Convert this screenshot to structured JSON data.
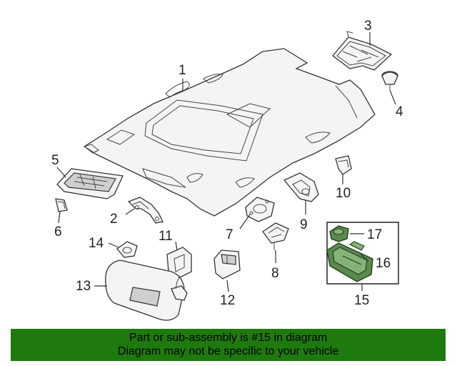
{
  "callouts": {
    "c1": "1",
    "c2": "2",
    "c3": "3",
    "c4": "4",
    "c5": "5",
    "c6": "6",
    "c7": "7",
    "c8": "8",
    "c9": "9",
    "c10": "10",
    "c11": "11",
    "c12": "12",
    "c13": "13",
    "c14": "14",
    "c15": "15",
    "c16": "16",
    "c17": "17"
  },
  "colors": {
    "highlight": "#5a8a4e",
    "banner": "#1f7a0e"
  },
  "footer": {
    "line1": "Part or sub-assembly is #15 in diagram",
    "line2": "Diagram may not be specific to your vehicle"
  }
}
